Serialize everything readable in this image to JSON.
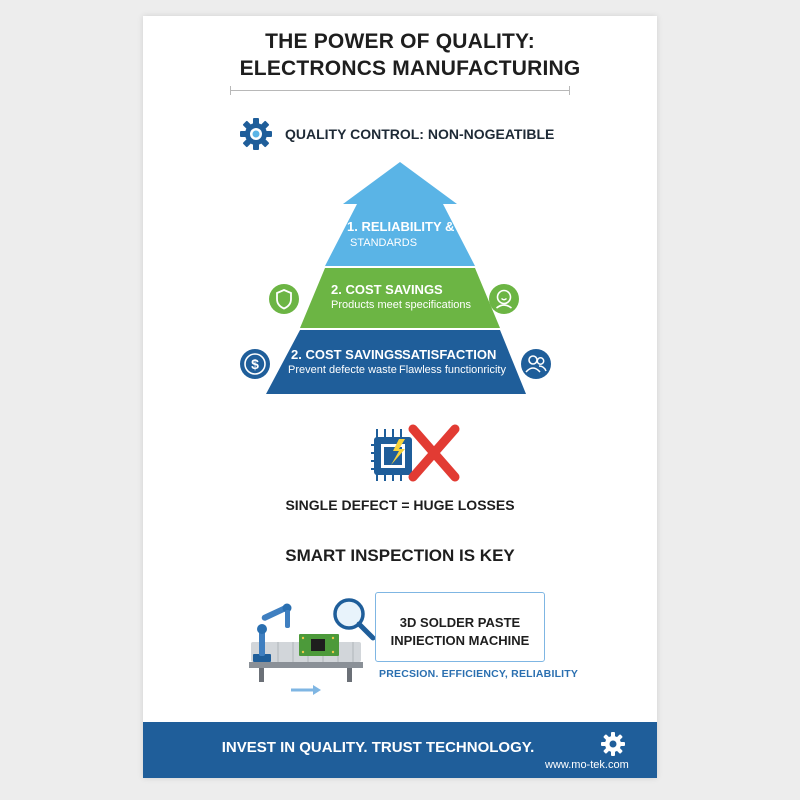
{
  "title": {
    "line1": "THE POWER OF QUALITY:",
    "line2": "ELECTRONCS MANUFACTURING"
  },
  "quality_control": {
    "heading": "QUALITY CONTROL: NON-NOGEATIBLE",
    "icon": "gear-icon"
  },
  "pyramid": {
    "top": {
      "line1": "1. RELIABILITY &",
      "line2": "STANDARDS",
      "color": "#5ab4e6"
    },
    "middle": {
      "title": "2. COST SAVINGS",
      "subtitle": "Products meet specifications",
      "color": "#6cb544"
    },
    "bottom": {
      "left_title": "2. COST SAVINGS",
      "left_subtitle": "Prevent defecte waste",
      "right_title": "SATISFACTION",
      "right_subtitle": "Flawless functionricity",
      "color": "#1f5e9a"
    },
    "side_icons": [
      "shield-icon",
      "smiley-icon",
      "dollar-icon",
      "users-icon"
    ]
  },
  "defect": {
    "caption": "SINGLE DEFECT = HUGE LOSSES",
    "icons": [
      "broken-chip-icon",
      "red-x-icon"
    ]
  },
  "inspection": {
    "heading": "SMART INSPECTION IS KEY",
    "machine_line1": "3D SOLDER PASTE",
    "machine_line2": "INPIECTION MACHINE",
    "tagline": "PRECSION. EFFICIENCY, RELIABILITY",
    "icons": [
      "robot-arm-icon",
      "magnifier-icon",
      "conveyor-arrow-icon"
    ]
  },
  "footer": {
    "slogan": "INVEST IN QUALITY. TRUST TECHNOLOGY.",
    "url": "www.mo-tek.com",
    "icon": "gear-icon",
    "color": "#1f5e9a"
  }
}
